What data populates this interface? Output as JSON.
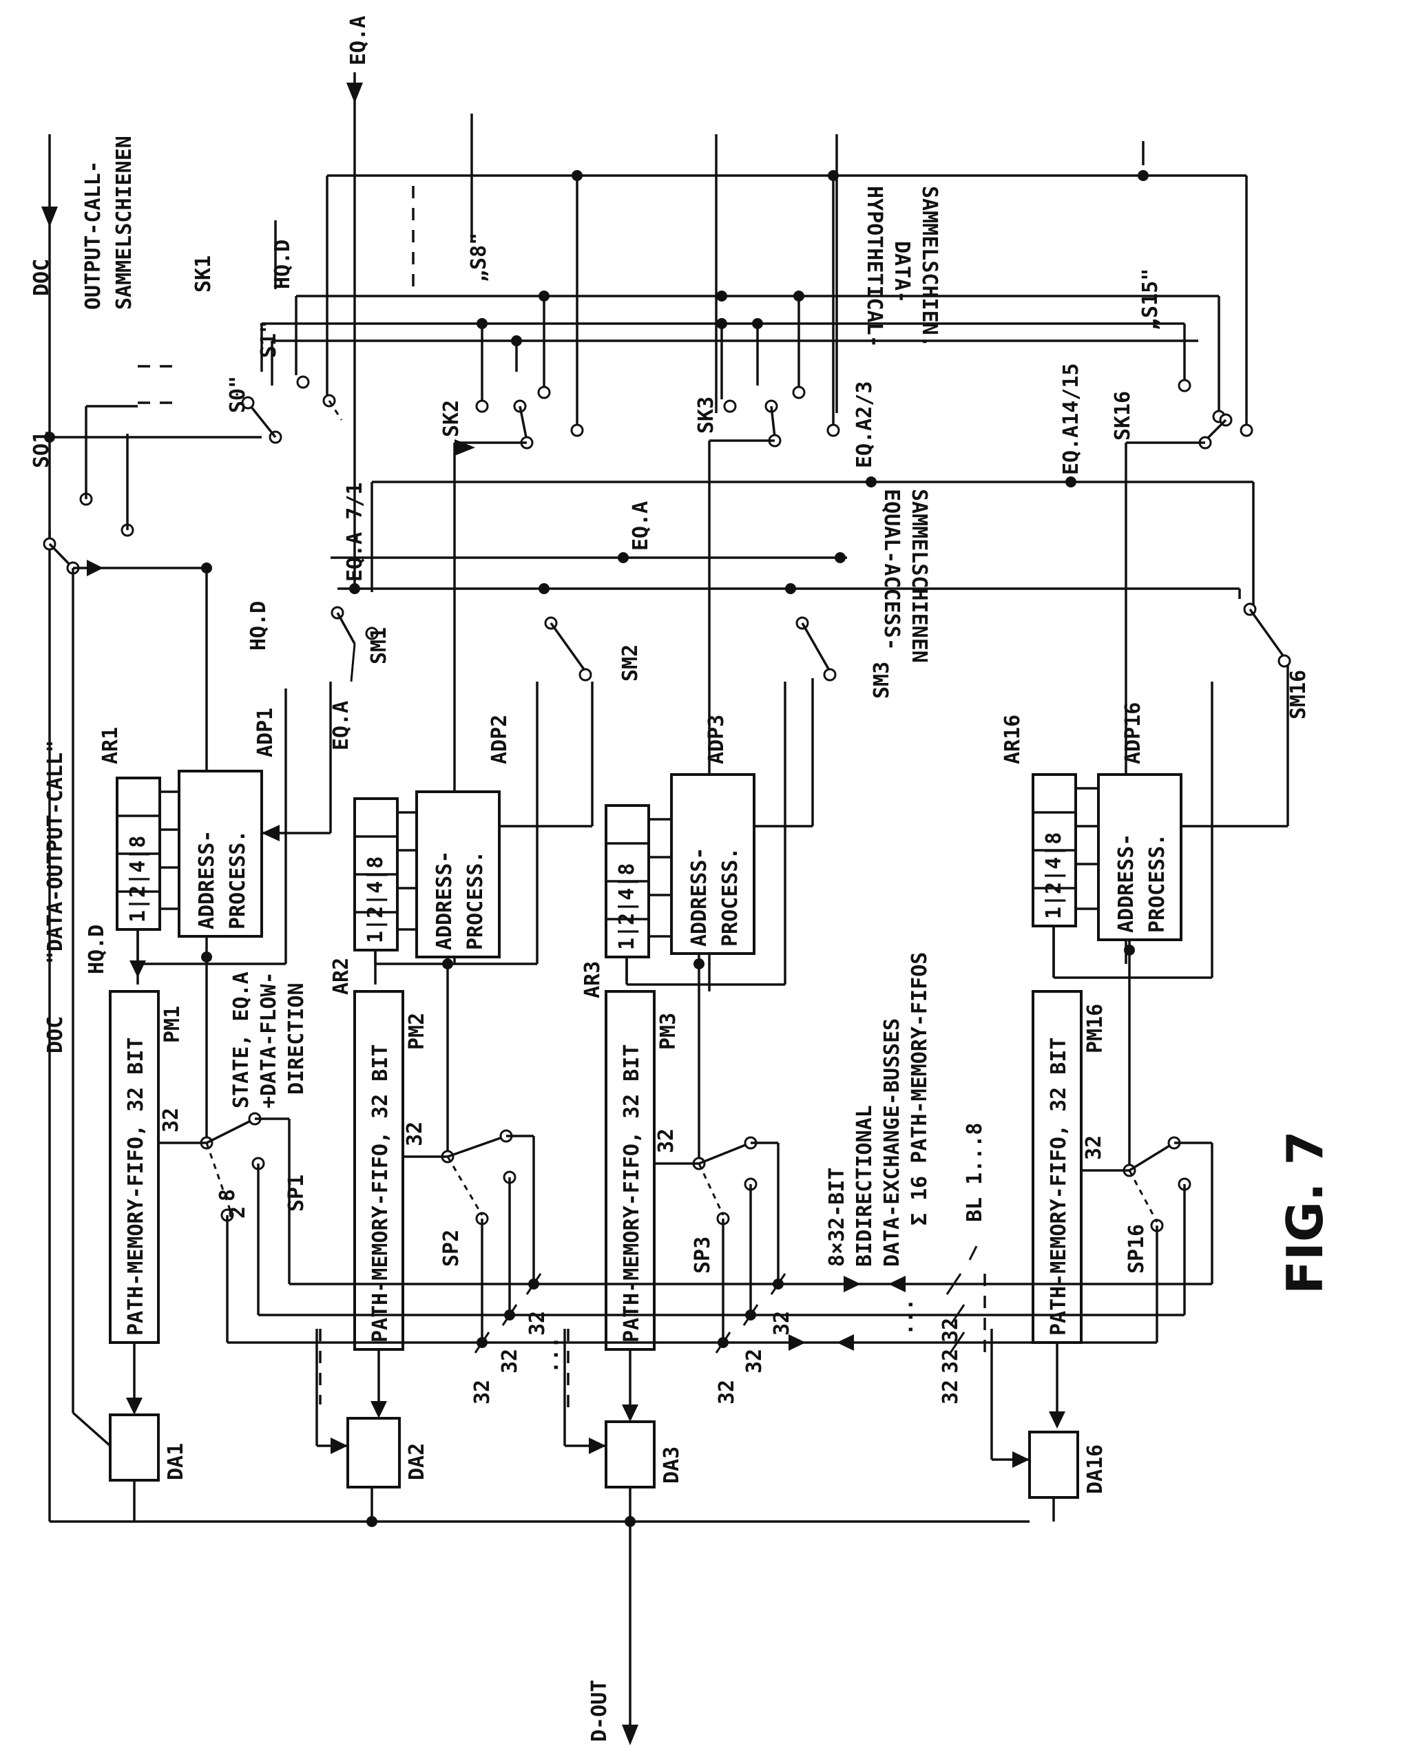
{
  "figure": {
    "label": "FIG. 7"
  },
  "labels": {
    "data_output_call": "\"DATA-OUTPUT-CALL\"",
    "doc": "DOC",
    "doc_top": "DOC",
    "so1": "SO1",
    "sk1": "SK1",
    "output_call_bus": "OUTPUT-CALL-",
    "output_call_bus2": "SAMMELSCHIENEN",
    "s0": "S0\"",
    "s1": "S1\"",
    "hqd_top": "HQ.D",
    "hqd_mid": "HQ.D",
    "hqd_left": "HQ.D",
    "eqa_top": "EQ.A",
    "s8": "„S8\"",
    "s15": "„S15\"",
    "hyp1": "HYPOTHETICAL-",
    "hyp2": "DATA-",
    "hyp3": "SAMMELSCHIEN.",
    "eqa71": "EQ.A 7/1",
    "eqa23": "EQ.A2/3",
    "eqa1415": "EQ.A14/15",
    "eqa_mid": "EQ.A",
    "eq_access1": "EQUAL-ACCESS-",
    "eq_access2": "SAMMELSCHIENEN",
    "sk2": "SK2",
    "sk3": "SK3",
    "sk16": "SK16",
    "sm1": "SM1",
    "sm2": "SM2",
    "sm3": "SM3",
    "sm16": "SM16",
    "eqa_sp": "EQ.A",
    "adp1": "ADP1",
    "adp2": "ADP2",
    "adp3": "ADP3",
    "adp16": "ADP16",
    "ar1": "AR1",
    "ar2": "AR2",
    "ar3": "AR3",
    "ar16": "AR16",
    "addr1": "ADDRESS-",
    "addr2": "PROCESS.",
    "ar_cells": "1|2|4|8",
    "pm_fifo": "PATH-MEMORY-FIFO, 32 BIT",
    "pm1": "PM1",
    "pm2": "PM2",
    "pm3": "PM3",
    "pm16": "PM16",
    "state1": "STATE, EQ.A",
    "state2": "+DATA-FLOW-",
    "state3": "DIRECTION",
    "sum16": "Σ 16 PATH-MEMORY-FIFOS",
    "sp1": "SP1",
    "sp2": "SP2",
    "sp3": "SP3",
    "sp16": "SP16",
    "bits32": "32",
    "bits8": "8",
    "bits2": "2",
    "bus1": "8×32-BIT",
    "bus2": "BIDIRECTIONAL",
    "bus3": "DATA-EXCHANGE-BUSSES",
    "bl": "BL 1...8",
    "da1": "DA1",
    "da2": "DA2",
    "da3": "DA3",
    "da16": "DA16",
    "dout": "D-OUT",
    "ellipsis": "..."
  }
}
